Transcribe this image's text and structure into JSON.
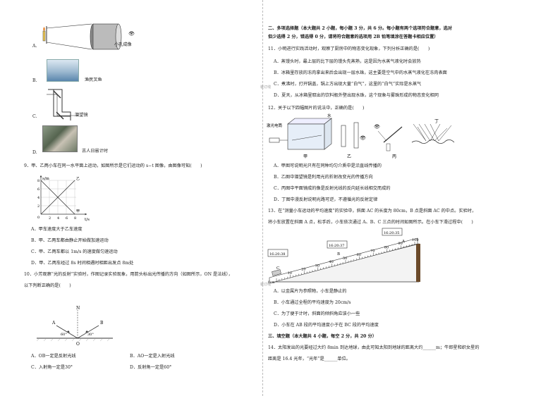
{
  "left": {
    "optA_label": "A.",
    "optA_caption": "小孔成像",
    "optB_label": "B.",
    "optB_caption": "渔民叉鱼",
    "optC_label": "C.",
    "optC_caption": "潜望镜",
    "optD_label": "D.",
    "optD_caption": "古人日晷计时",
    "q9_text": "9．甲、乙两小车在同一水平面上运动，如图所示是它们运动的 s−t 图像，由图像可知(　　)",
    "q9_graph": {
      "ylabel": "s/m",
      "xlabel": "t/s",
      "yticks": [
        "8",
        "6",
        "4",
        "2"
      ],
      "xticks": [
        "2",
        "4",
        "6",
        "8"
      ],
      "origin": "0",
      "line1": "甲",
      "line2": "乙"
    },
    "q9_options": [
      "A．甲车速度大于乙车速度",
      "B．甲、乙两车都由静止开始做加速运动",
      "C．甲、乙两车都以 1m/s 的速度做匀速运动",
      "D．甲、乙两车经过 8s 时间相遇时相距出发点 8m处"
    ],
    "q10_text_1": "10．小芳观察“光的反射”实验时，作图记录实验现象，用箭头标出光传播的方向（如图所示，ON 是法线），",
    "q10_text_2": "以下判断正确的是(　　)",
    "q10_fig": {
      "N": "N",
      "A": "A",
      "B": "B",
      "O": "O",
      "angle1": "60°",
      "angle2": "30°"
    },
    "q10_options": [
      "A．OB一定是反射光线",
      "B．AO一定是入射光线",
      "C．入射角一定是30°",
      "D．反射角一定是60°"
    ]
  },
  "right": {
    "sec2_title_1": "二、多项选择题（本大题共 2 小题，每小题 3 分，共 6 分。每小题有两个选项符合题意，选对",
    "sec2_title_2": "但少选得 2 分，错选得 0 分，请将符合题意的选项用 2B 铅笔填涂在答题卡相应位置）",
    "q11_text": "11．小明进行实践活动时，观察了厨房中的物态变化现象，下列分析正确的是(　　)",
    "q11_options": [
      "A．蒸馒头时，最上层的比下层的馒头先蒸熟，这是因为水蒸气液化时会放热",
      "B．冰箱里存放的冻肉拿出来后会出现一层水珠，这主要是空气中的水蒸气液化在冻肉表面",
      "C．煮沸时，打开锅盖，锅上方出现大量“白气”，这里的“白气”实际是水蒸气",
      "D．夏天，从冰箱里取出的饮料瓶外壁出现水珠，这个现象与雾珠形成的物态变化相同"
    ],
    "q12_text": "12．关于以下四幅图片的说法中，正确的是(　　)",
    "q12_fig": {
      "laser": "激光电筒",
      "water": "水",
      "jia": "甲",
      "yi": "乙",
      "bing": "丙",
      "ding": "丁"
    },
    "q12_options": [
      "A．甲图可说明光只有在同种均匀介质中是沿直线传播的",
      "B．乙图中潜望镜是利用光的折射改变光的传播方向",
      "C．丙图中平面镜成的像是反射光线的反向延长线相交而成的",
      "D．丁图中漫反射说明光路可逆，不遵循光的反射定律"
    ],
    "q13_text_1": "13．在“测量小车运动的平均速度”的实验中，斜面 AC 的长度为 80cm，B 点是斜面 AC 的中点。实验时，",
    "q13_text_2": "将小车放置在斜面 A 点，松手后，小车依次通过 A、B、C 三点的时间如图所示。在小车下滑过程中(　　)",
    "q13_fig": {
      "tA": "16:20:35",
      "tB": "16:20:37",
      "tC": "16:20:38",
      "A": "A",
      "B": "B",
      "C": "C",
      "unit": "0cm",
      "ruler": [
        "10",
        "20",
        "30",
        "40",
        "50",
        "60",
        "70",
        "80",
        "90",
        "100"
      ]
    },
    "q13_options": [
      "A．以金属片为参照物，小车是静止的",
      "B．小车通过全程的平均速度为 20cm/s",
      "C．为了便于计时，斜面的倾斜角应该小一些",
      "D．小车在 AB 段的平均速度小于在 BC 段的平均速度"
    ],
    "sec3_title": "三、填空题（本大题共 4 小题，每空 2 分，共 20 分）",
    "q14_text_1": "14．太阳发出的光要经过大约 8min 到达地球，由此可知太阳到地球的距离大约______m；牛郎星和织女星的",
    "q14_text_2": "距离是 16.4 光年，“光年”是______单位。"
  },
  "fold_text": "装订线"
}
